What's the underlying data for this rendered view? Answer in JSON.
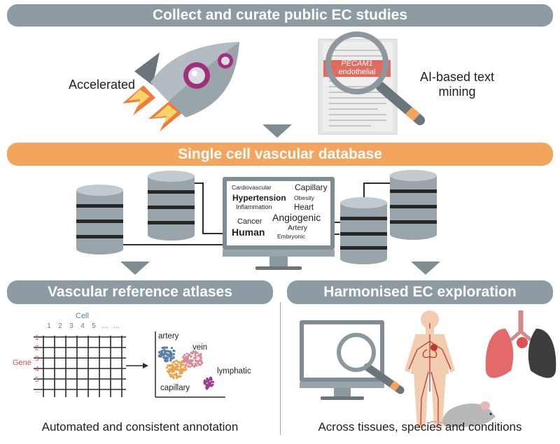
{
  "top_banner": "Collect and curate public EC studies",
  "accelerated_label": "Accelerated",
  "text_mining_label_line1": "AI-based text",
  "text_mining_label_line2": "mining",
  "document_gene": "PECAM1",
  "document_word": "endothelial",
  "database_banner": "Single cell vascular database",
  "monitor_words": {
    "w1": "Cardiovascular",
    "w2": "Capillary",
    "w3": "Hypertension",
    "w4": "Obesity",
    "w5": "Inflammation",
    "w6": "Heart",
    "w7": "Angiogenic",
    "w8": "Cancer",
    "w9": "Artery",
    "w10": "Human",
    "w11": "Embryonic"
  },
  "left_banner": "Vascular reference atlases",
  "right_banner": "Harmonised EC exploration",
  "matrix": {
    "cell_label": "Cell",
    "gene_label": "Gene",
    "col_numbers": [
      "1",
      "2",
      "3",
      "4",
      "5",
      "...",
      "..."
    ],
    "row_numbers": [
      "1",
      "2",
      "3",
      "4",
      "5",
      "..."
    ]
  },
  "umap_labels": {
    "artery": "artery",
    "vein": "vein",
    "lymphatic": "lymphatic",
    "capillary": "capillary"
  },
  "left_caption": "Automated and consistent annotation",
  "right_caption": "Across tissues, species and conditions",
  "colors": {
    "banner_gray": "#8e9ba3",
    "banner_orange": "#f4a55d",
    "rocket_body": "#8d979e",
    "flame": "#f07b3a",
    "ring_magenta": "#a0307e",
    "doc_red": "#e05c4f",
    "artery_blue": "#5b7ea6",
    "vein_pink": "#d98b9a",
    "capillary_orange": "#eaa24a",
    "lymphatic_purple": "#9b3d8c",
    "gene_red": "#e05050"
  }
}
